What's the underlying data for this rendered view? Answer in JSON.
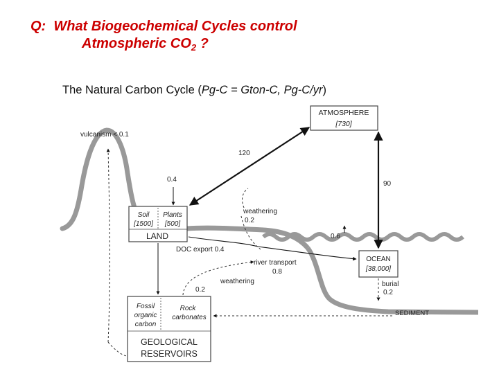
{
  "question": {
    "prefix": "Q:",
    "line1": "What Biogeochemical Cycles control",
    "line2_text": "Atmospheric CO",
    "line2_sub": "2",
    "line2_end": " ?"
  },
  "subtitle": {
    "lead": "The Natural Carbon Cycle (",
    "units1": "Pg-C = Gton-C, Pg-C/yr",
    "tail": ")"
  },
  "diagram": {
    "atmosphere": {
      "label": "ATMOSPHERE",
      "value": "[730]"
    },
    "land": {
      "soil": "Soil",
      "soil_value": "[1500]",
      "plants": "Plants",
      "plants_value": "[500]",
      "label": "LAND"
    },
    "ocean": {
      "label": "OCEAN",
      "value": "[38,000]"
    },
    "geological": {
      "fossil_l1": "Fossil",
      "fossil_l2": "organic",
      "fossil_l3": "carbon",
      "rock_l1": "Rock",
      "rock_l2": "carbonates",
      "label_l1": "GEOLOGICAL",
      "label_l2": "RESERVOIRS"
    },
    "sediment": "SEDIMENT",
    "fluxes": {
      "vulcanism": "vulcanism < 0.1",
      "land_atm": "120",
      "land_burial": "0.4",
      "ocean_atm": "90",
      "weathering_top_label": "weathering",
      "weathering_top_value": "0.2",
      "atm_to_ocean_small": "0.6",
      "doc_export": "DOC export 0.4",
      "river_label": "river transport",
      "river_value": "0.8",
      "weathering_low_label": "weathering",
      "weathering_low_value": "0.2",
      "burial_label": "burial",
      "burial_value": "0.2"
    }
  }
}
